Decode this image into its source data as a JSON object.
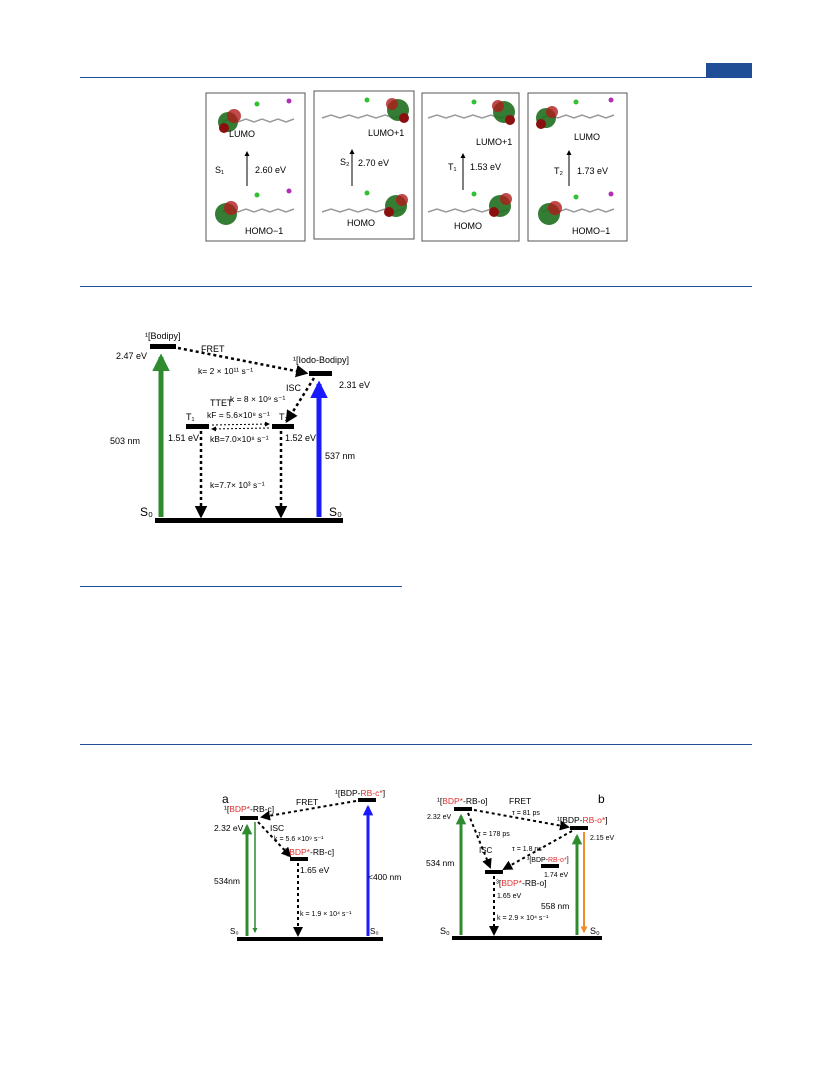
{
  "colors": {
    "rule": "#1f4e96",
    "green": "#2e8b2e",
    "blue": "#1a1aff",
    "orange": "#f08c2a",
    "red": "#e03030",
    "box": "#555555"
  },
  "orbitals": [
    {
      "upper": "LUMO",
      "lower": "HOMO−1",
      "state": "S₁",
      "energy": "2.60 eV"
    },
    {
      "upper": "LUMO+1",
      "lower": "HOMO",
      "state": "S₂",
      "energy": "2.70 eV"
    },
    {
      "upper": "LUMO+1",
      "lower": "HOMO",
      "state": "T₁",
      "energy": "1.53 eV"
    },
    {
      "upper": "LUMO",
      "lower": "HOMO−1",
      "state": "T₂",
      "energy": "1.73 eV"
    }
  ],
  "diagram1": {
    "bodipy": "¹[Bodipy]",
    "bodipy_e": "2.47 eV",
    "iodo": "¹[Iodo-Bodipy]",
    "iodo_e": "2.31 eV",
    "fret": "FRET",
    "fret_k": "k= 2 × 10¹¹ s⁻¹",
    "isc": "ISC",
    "isc_k": "k = 8 × 10⁹ s⁻¹",
    "ttet": "TTET",
    "kf": "kF = 5.6×10⁸ s⁻¹",
    "kb": "kB=7.0×10⁸ s⁻¹",
    "t1": "T₁",
    "t1_e": "1.51 eV",
    "t2": "T₂",
    "t2_e": "1.52 eV",
    "abs_left": "503 nm",
    "abs_right": "537 nm",
    "decay_k": "k=7.7× 10³ s⁻¹",
    "s0_left": "S₀",
    "s0_right": "S₀"
  },
  "diagram_a": {
    "panel": "a",
    "s1_pre": "¹[",
    "s1_red": "BDP*",
    "s1_post": "-RB-c]",
    "s1_e": "2.32 eV",
    "donor_pre": "¹[BDP-",
    "donor_red": "RB-c*",
    "donor_post": "]",
    "fret": "FRET",
    "isc": "ISC",
    "isc_k": "k = 5.6 ×10⁹ s⁻¹",
    "t_pre": "³[",
    "t_red": "BDP*",
    "t_post": "-RB-c]",
    "t_e": "1.65 eV",
    "abs": "534nm",
    "abs_right": "<400 nm",
    "decay_k": "k = 1.9 × 10⁴ s⁻¹",
    "s0_left": "S₀",
    "s0_right": "S₀"
  },
  "diagram_b": {
    "panel": "b",
    "s1_pre": "¹[",
    "s1_red": "BDP*",
    "s1_post": "-RB-o]",
    "s1_e": "2.32 eV",
    "fret": "FRET",
    "fret_tau": "τ = 81 ps",
    "acc_pre": "¹[BDP-",
    "acc_red": "RB-o*",
    "acc_post": "]",
    "acc_e": "2.15 eV",
    "isc": "ISC",
    "isc_tau": "τ = 178 ps",
    "tau2": "τ = 1.8 ns",
    "t2_pre": "³[BDP-",
    "t2_red": "RB-o*",
    "t2_post": "]",
    "t2_e": "1.74 eV",
    "t_pre": "³[",
    "t_red": "BDP*",
    "t_post": "-RB-o]",
    "t_e": "1.65 eV",
    "abs": "534 nm",
    "abs_right": "558 nm",
    "decay_k": "k = 2.9 × 10⁴ s⁻¹",
    "s0_left": "S₀",
    "s0_right": "S₀"
  }
}
